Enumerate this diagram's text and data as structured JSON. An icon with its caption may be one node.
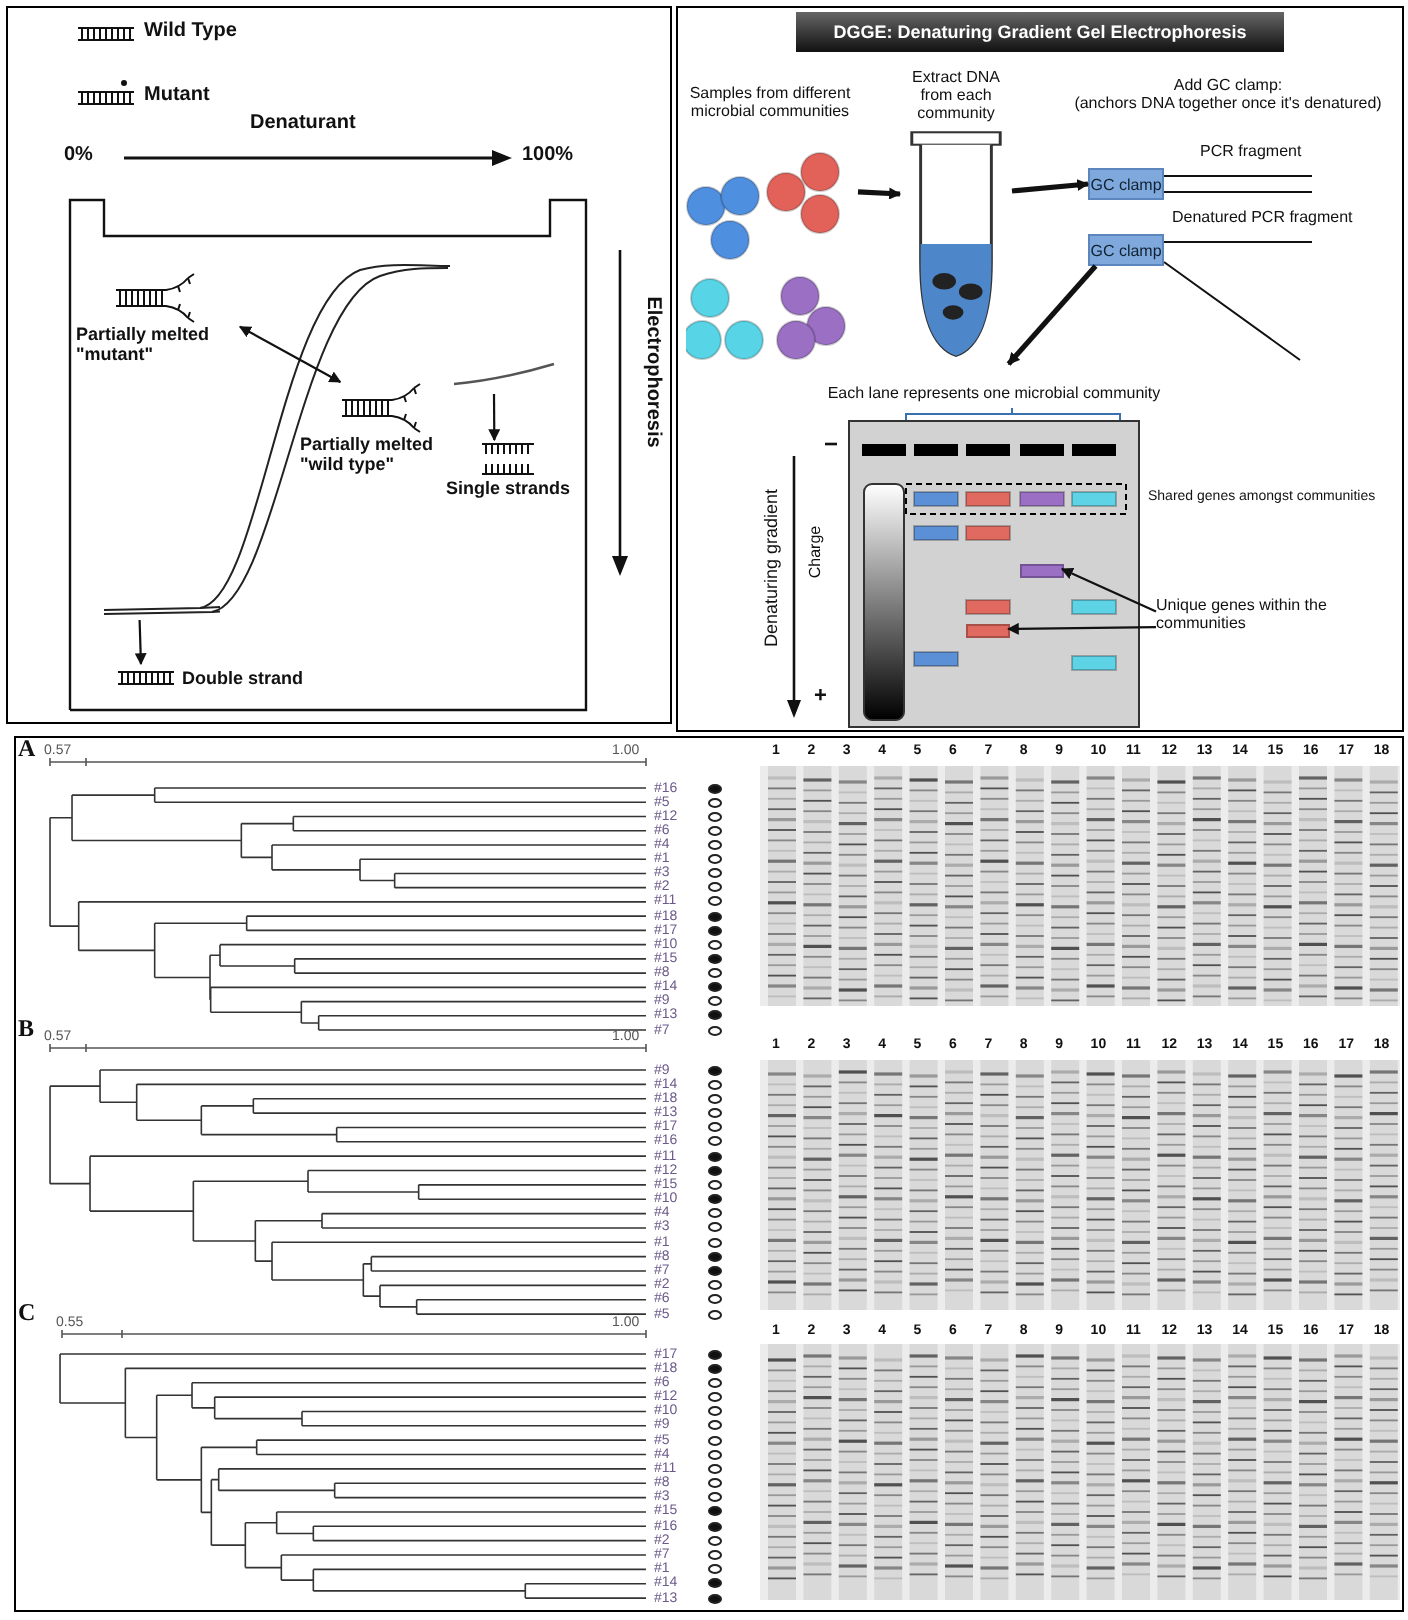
{
  "diagram": {
    "title": "DGGE: Denaturing Gradient Gel Electrophoresis",
    "nodes": [
      {
        "text": [
          "Partially melted \"mutant\""
        ]
      },
      {
        "text": [
          "Partially melted \"wild type\""
        ]
      },
      {
        "text": [
          "Single strands"
        ]
      },
      {
        "text": [
          "Double strand"
        ]
      },
      {
        "text": [
          "Samples from different microbial communities"
        ]
      },
      {
        "text": [
          "Extract DNA from each community"
        ]
      },
      {
        "text": [
          "Add GC clamp:",
          "(anchors DNA together once it's denatured)"
        ]
      },
      {
        "text": [
          "GC clamp"
        ],
        "beside": [
          "PCR fragment"
        ]
      },
      {
        "text": [
          "GC clamp"
        ],
        "beside": [
          "Denatured PCR fragment"
        ]
      },
      {
        "text": [
          "Each lane represents one microbial community"
        ]
      },
      {
        "text": [],
        "shape": "bar",
        "in": 9
      },
      {
        "text": [],
        "shape": "bar",
        "in": 9
      },
      {
        "text": [
          "Unique genes within the communities"
        ]
      },
      {
        "text": [],
        "shape": "curve"
      }
    ],
    "edges": [
      {
        "from": 0,
        "to": 1,
        "arrow": "both"
      },
      {
        "from": null,
        "to": 2,
        "arrow": "to"
      },
      {
        "from": 13,
        "to": 3,
        "arrow": "to"
      },
      {
        "from": 4,
        "to": 5,
        "arrow": "to",
        "style": "thick"
      },
      {
        "from": 5,
        "to": 7,
        "arrow": "to",
        "style": "thick"
      },
      {
        "from": 8,
        "to": 9,
        "arrow": "to",
        "style": "thick"
      },
      {
        "from": 12,
        "to": 10,
        "arrow": "to"
      },
      {
        "from": 12,
        "to": 11,
        "arrow": "to"
      }
    ],
    "labels": [
      "Denaturant",
      "0%",
      "100%",
      "Electrophoresis",
      "Shared genes amongst communities",
      "−",
      "Charge",
      "Denaturing gradient",
      "+",
      "A",
      "0.57",
      "1.00",
      "#16",
      "#5",
      "#12",
      "#6",
      "#4",
      "#1",
      "#3",
      "#2",
      "#11",
      "#18",
      "#17",
      "#10",
      "#15",
      "#8",
      "#14",
      "#9",
      "#13",
      "#7",
      "1",
      "2",
      "3",
      "4",
      "5",
      "6",
      "7",
      "8",
      "9",
      "10",
      "11",
      "12",
      "13",
      "14",
      "15",
      "16",
      "17",
      "18",
      "B",
      "0.57",
      "1.00",
      "#9",
      "#14",
      "#18",
      "#13",
      "#17",
      "#16",
      "#11",
      "#12",
      "#15",
      "#10",
      "#4",
      "#3",
      "#1",
      "#8",
      "#7",
      "#2",
      "#6",
      "#5",
      "1",
      "2",
      "3",
      "4",
      "5",
      "6",
      "7",
      "8",
      "9",
      "10",
      "11",
      "12",
      "13",
      "14",
      "15",
      "16",
      "17",
      "18",
      "C",
      "0.55",
      "1.00",
      "#17",
      "#18",
      "#6",
      "#12",
      "#10",
      "#9",
      "#5",
      "#4",
      "#11",
      "#8",
      "#3",
      "#15",
      "#16",
      "#2",
      "#7",
      "#1",
      "#14",
      "#13",
      "1",
      "2",
      "3",
      "4",
      "5",
      "6",
      "7",
      "8",
      "9",
      "10",
      "11",
      "12",
      "13",
      "14",
      "15",
      "16",
      "17",
      "18"
    ],
    "legend": [
      {
        "text": "Wild Type"
      },
      {
        "text": "Mutant"
      }
    ]
  }
}
